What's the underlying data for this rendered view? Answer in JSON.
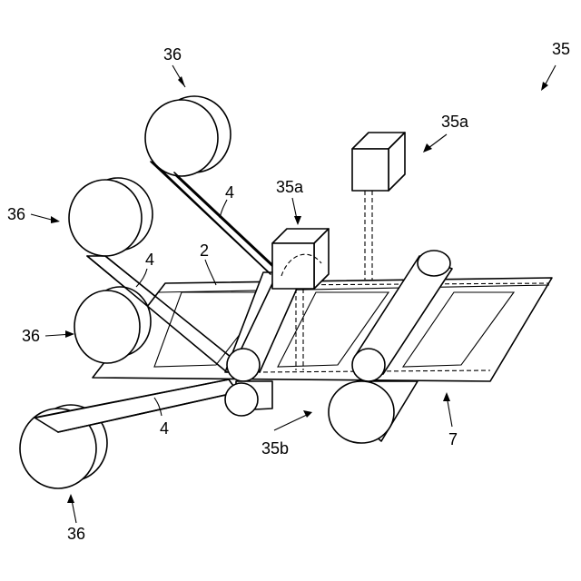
{
  "labels": {
    "assembly": "35",
    "camera_a_upper": "35a",
    "camera_a_lower": "35a",
    "camera_b": "35b",
    "conveyor": "7",
    "panel": "2",
    "film_upper": "4",
    "film_middle": "4",
    "film_lower": "4",
    "reel_top": "36",
    "reel_upper_left": "36",
    "reel_middle_left": "36",
    "reel_bottom": "36"
  }
}
